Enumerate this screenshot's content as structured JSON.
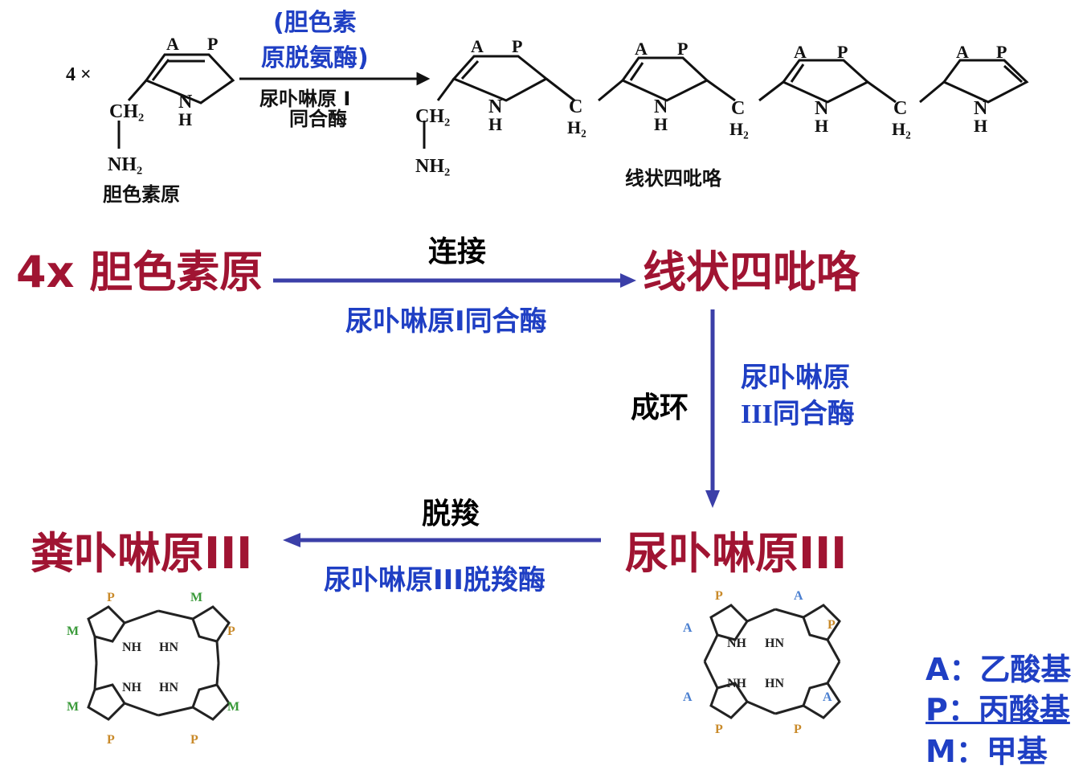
{
  "top_scheme": {
    "multiplier": "4 ×",
    "enzyme_bracket_line1": "(胆色素",
    "enzyme_bracket_line2": "原脱氨酶)",
    "enzyme_line1": "尿卟啉原 I",
    "enzyme_line2": "同合酶",
    "ring_label_a": "A",
    "ring_label_p": "P",
    "nh_n": "N",
    "nh_h": "H",
    "ch2": "CH₂",
    "nh2": "NH₂",
    "bridge_c": "C",
    "bridge_h2": "H₂",
    "left_name": "胆色素原",
    "right_name": "线状四吡咯"
  },
  "flow": {
    "start": "4x 胆色素原",
    "step1_label": "连接",
    "step1_enzyme": "尿卟啉原I同合酶",
    "linear": "线状四吡咯",
    "step2_label": "成环",
    "step2_enzyme_line1": "尿卟啉原",
    "step2_enzyme_line2": "III同合酶",
    "uro": "尿卟啉原III",
    "step3_label": "脱羧",
    "step3_enzyme": "尿卟啉原III脱羧酶",
    "copro": "粪卟啉原III"
  },
  "porphyrin_left": {
    "labels": [
      "P",
      "M",
      "M",
      "P",
      "M",
      "M",
      "P",
      "P"
    ],
    "nh1": "NH",
    "nh2": "HN",
    "nh3": "NH",
    "nh4": "HN"
  },
  "porphyrin_right": {
    "labels": [
      "P",
      "A",
      "A",
      "P",
      "A",
      "A",
      "P",
      "P"
    ],
    "nh1": "NH",
    "nh2": "HN",
    "nh3": "NH",
    "nh4": "HN"
  },
  "legend": {
    "a": "A：乙酸基",
    "p": "P：丙酸基",
    "m": "M：甲基"
  },
  "colors": {
    "red": "#a01432",
    "blue": "#1f3fc4",
    "arrow": "#3b3fa8",
    "green": "#3a9a3a",
    "orange": "#c98a2a",
    "sky": "#4a7fd0"
  }
}
